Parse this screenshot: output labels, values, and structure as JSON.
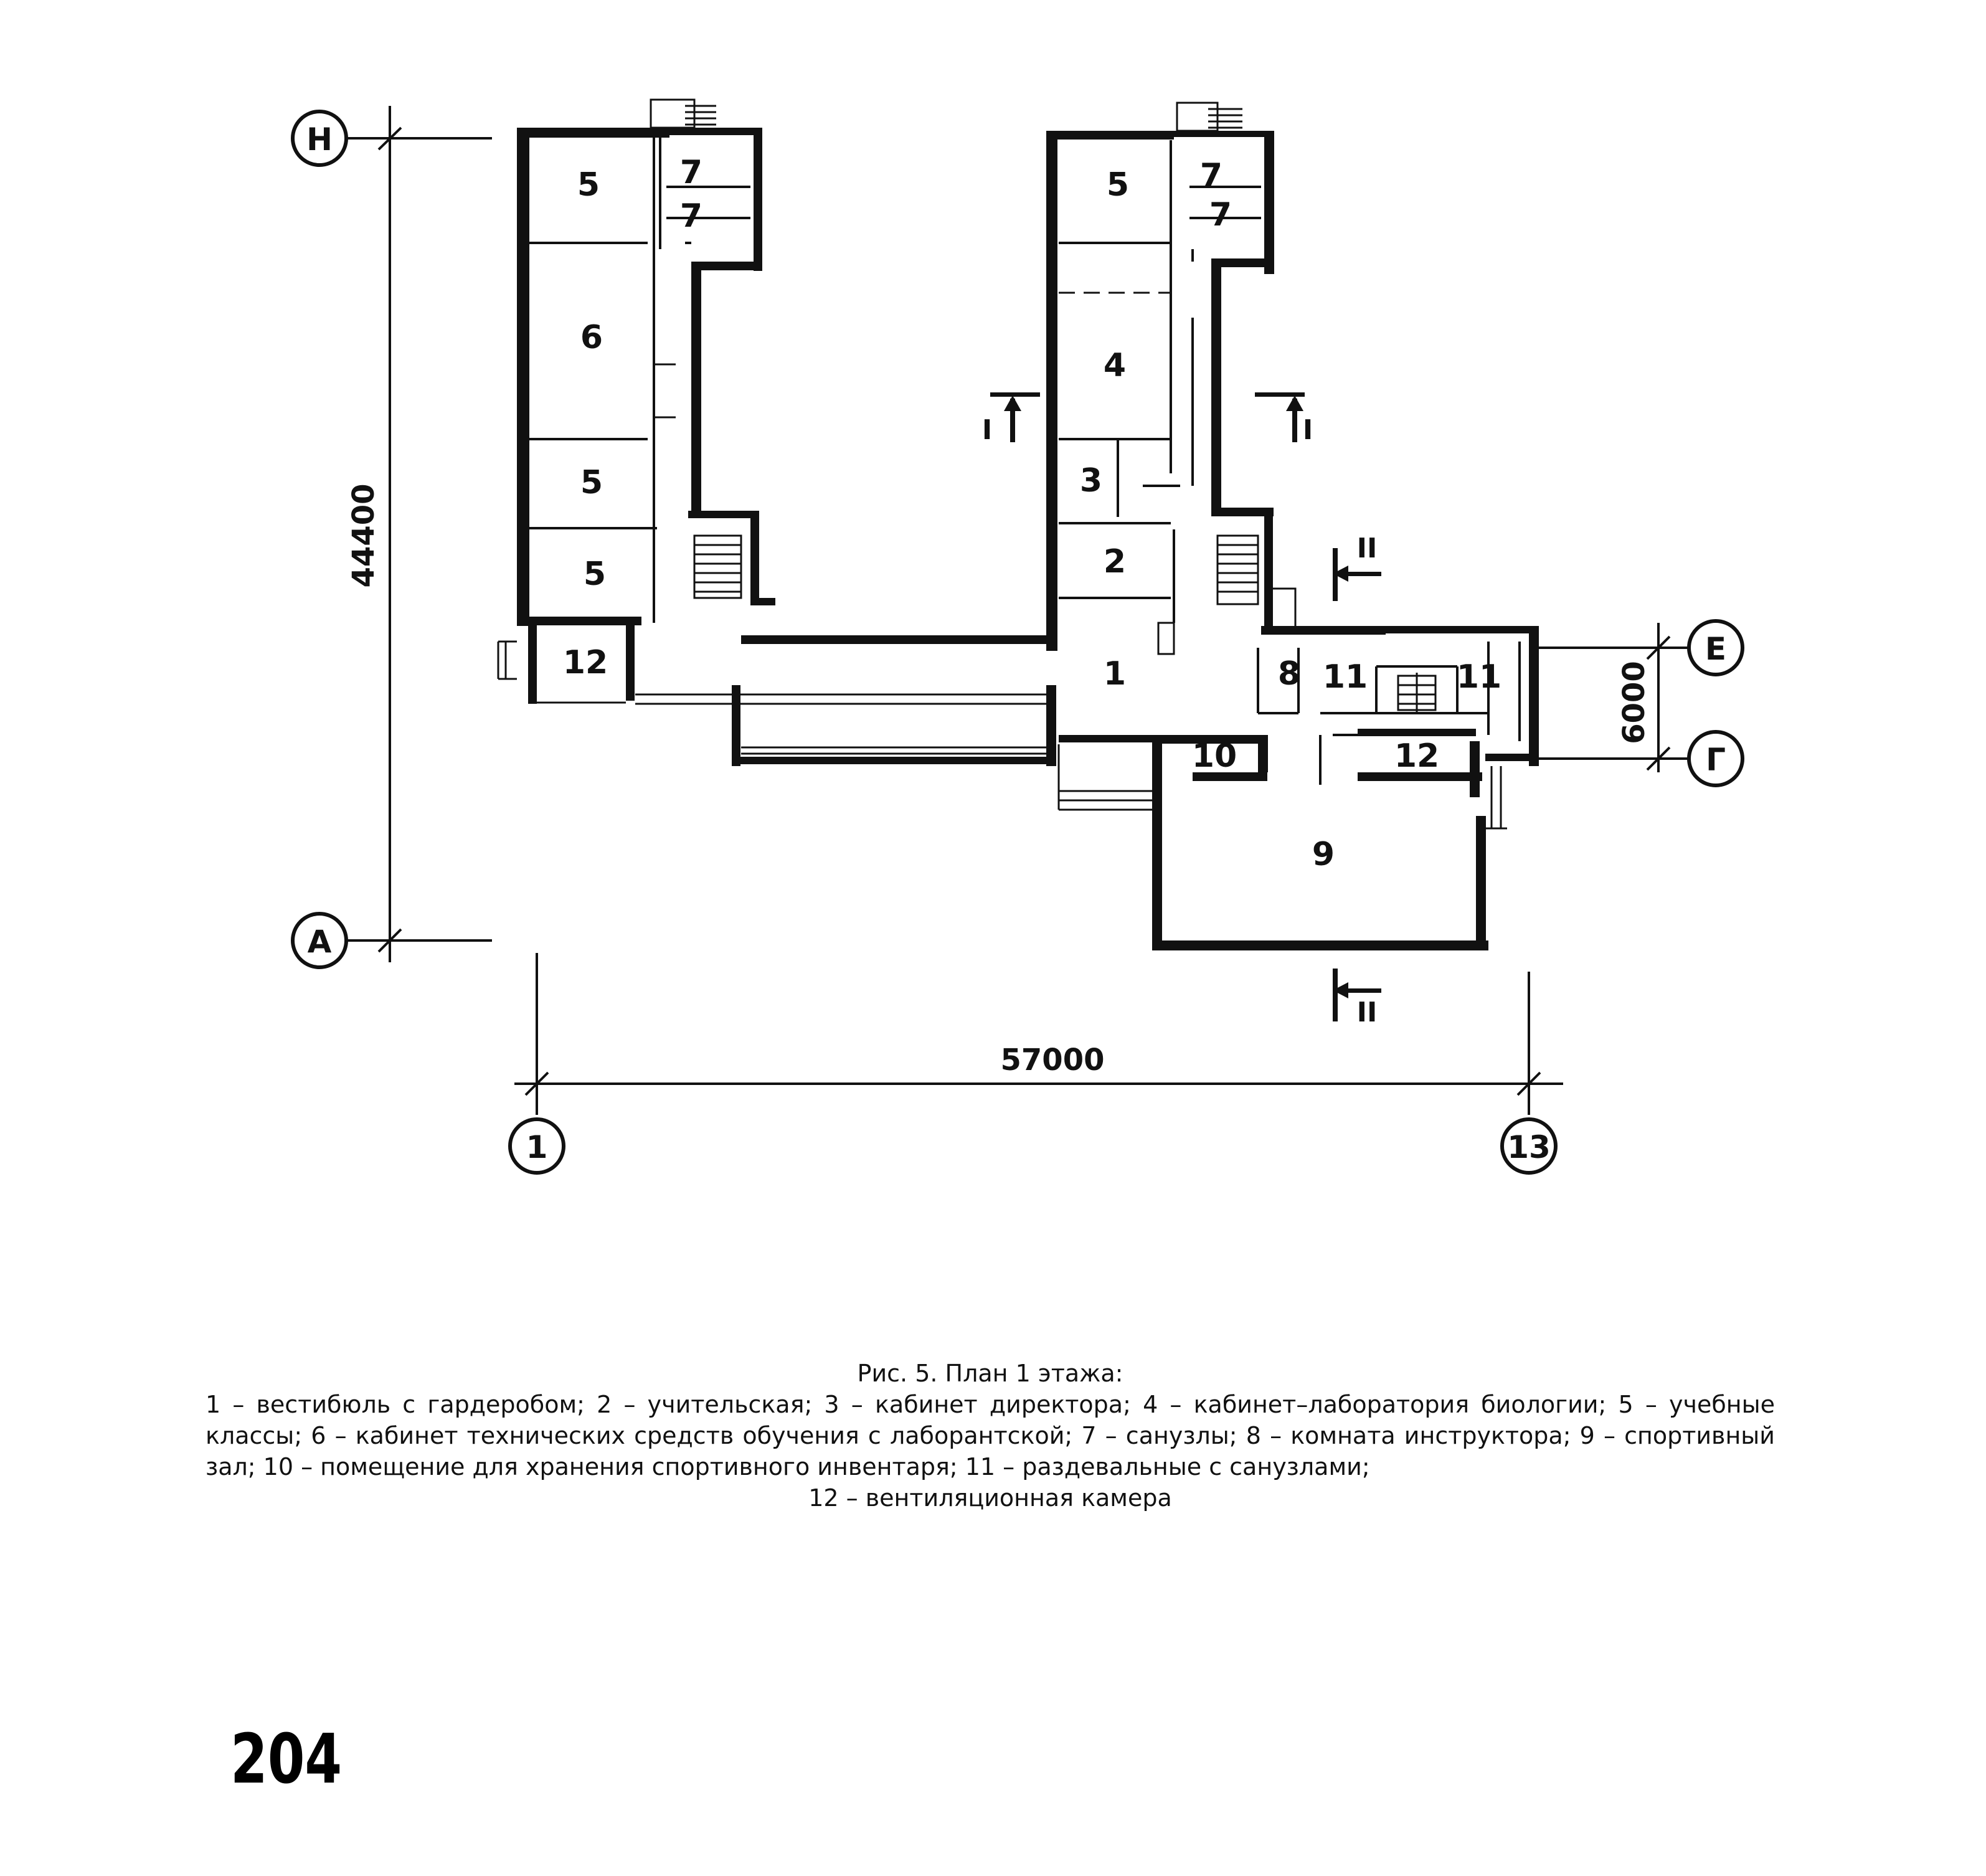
{
  "axes": {
    "n": "Н",
    "a": "А",
    "e": "Е",
    "g": "Г",
    "one": "1",
    "thirteen": "13"
  },
  "dimensions": {
    "height_total": "44400",
    "width_total": "57000",
    "bay": "6000"
  },
  "sections": {
    "s1": "I",
    "s2": "II"
  },
  "rooms": {
    "r5a": "5",
    "r7a": "7",
    "r7b": "7",
    "r6": "6",
    "r5b": "5",
    "r5c": "5",
    "r12a": "12",
    "r5d": "5",
    "r7c": "7",
    "r7d": "7",
    "r4": "4",
    "r3": "3",
    "r2": "2",
    "r1": "1",
    "r8": "8",
    "r11a": "11",
    "r11b": "11",
    "r10": "10",
    "r12b": "12",
    "r9": "9"
  },
  "caption": {
    "title": "Рис. 5. План 1 этажа:",
    "body": "1 – вестибюль с гардеробом; 2 – учительская; 3 – кабинет директора; 4 – кабинет–лаборатория биологии; 5 – учебные классы; 6 – кабинет технических средств обучения с лаборантской; 7 – санузлы; 8 – комната инструктора; 9 – спортивный зал; 10 – помещение для хранения спортивного инвентаря; 11 – раздевальные с санузлами;",
    "last": "12 – вентиляционная камера"
  },
  "page_number": "204"
}
